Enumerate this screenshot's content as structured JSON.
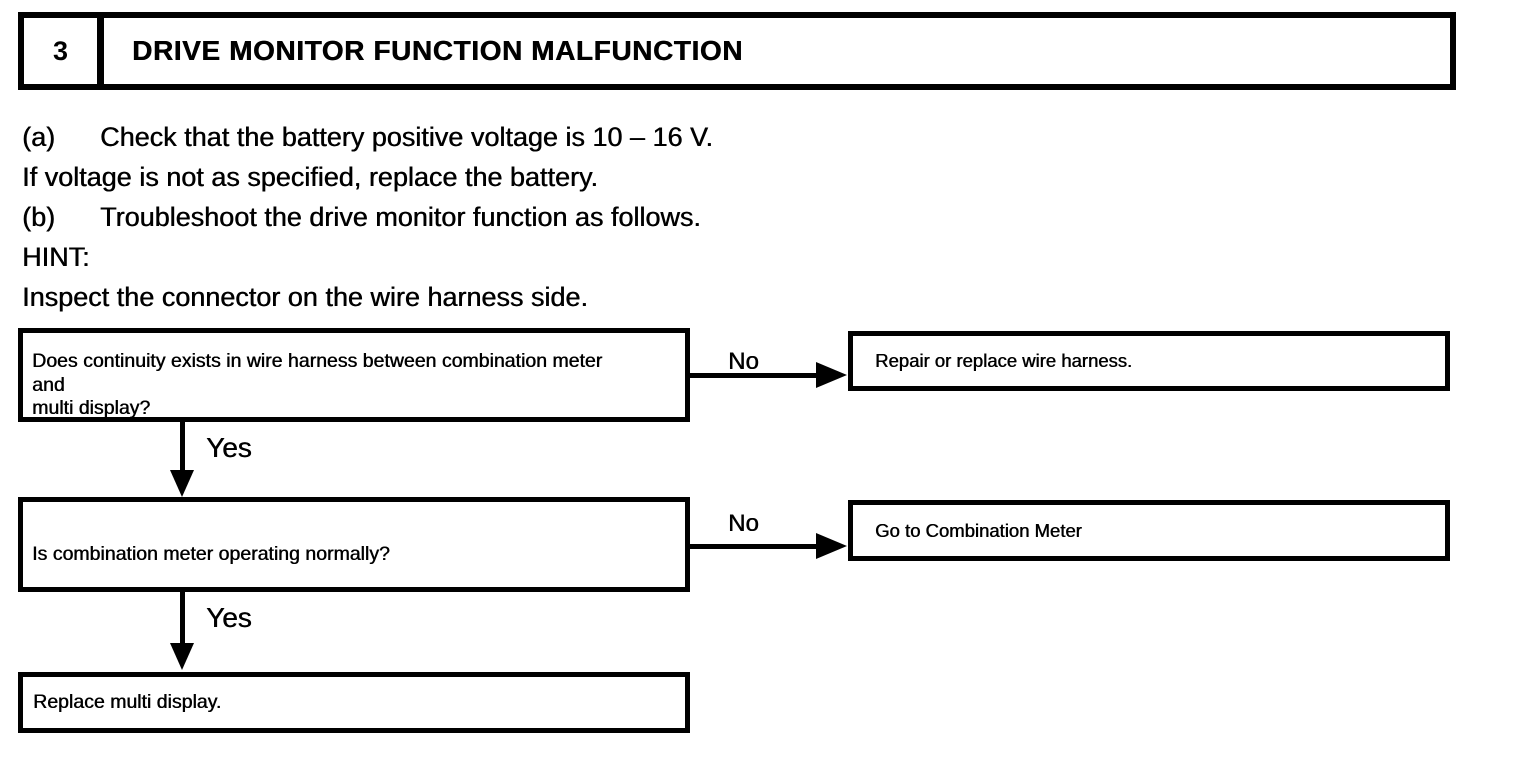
{
  "colors": {
    "ink": "#000000",
    "paper": "#ffffff"
  },
  "header": {
    "number": "3",
    "title": "DRIVE MONITOR FUNCTION MALFUNCTION"
  },
  "instructions": {
    "step_a_label": "(a)",
    "step_a_text": "Check that the battery positive voltage is 10 – 16 V.",
    "voltage_note": "If voltage is not as specified, replace the battery.",
    "step_b_label": "(b)",
    "step_b_text": "Troubleshoot the drive monitor function as follows.",
    "hint_label": "HINT:",
    "hint_text": "Inspect the connector on the wire harness side."
  },
  "flowchart": {
    "steps": [
      {
        "question_line1": "Does continuity exists in wire harness between combination meter",
        "question_line2": "and",
        "question_line3": "multi display?",
        "no_label": "No",
        "no_result": "Repair or replace wire harness.",
        "yes_label": "Yes"
      },
      {
        "question": "Is combination meter operating normally?",
        "no_label": "No",
        "no_result": "Go to Combination Meter",
        "yes_label": "Yes"
      },
      {
        "action": "Replace multi display."
      }
    ]
  }
}
